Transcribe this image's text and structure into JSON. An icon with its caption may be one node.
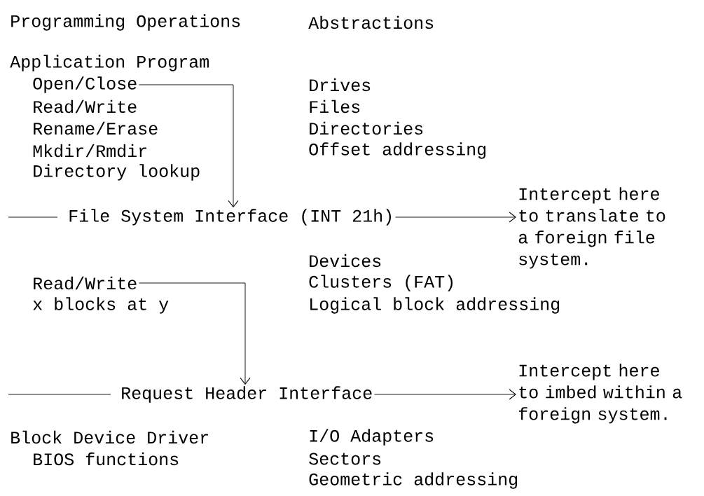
{
  "diagram": {
    "nodes": [
      {
        "text": [
          "Open/Close"
        ]
      },
      {
        "text": [
          "File System Interface (INT 21h)"
        ]
      },
      {
        "text": [
          "Intercept here to translate to a foreign file system."
        ]
      },
      {
        "text": [
          "Read/Write"
        ]
      },
      {
        "text": [
          "Request Header Interface"
        ]
      },
      {
        "text": [
          "Intercept here to imbed within a foreign system."
        ]
      }
    ],
    "edges": [
      {
        "from": 0,
        "to": 1,
        "arrow": "to"
      },
      {
        "from": 1,
        "to": 2,
        "arrow": "to"
      },
      {
        "from": 3,
        "to": 4,
        "arrow": "to"
      },
      {
        "from": 4,
        "to": 5,
        "arrow": "to"
      }
    ],
    "labels": [
      "Programming Operations",
      "Abstractions",
      "Application Program",
      "Read/Write",
      "Rename/Erase",
      "Mkdir/Rmdir",
      "Directory lookup",
      "Drives",
      "Files",
      "Directories",
      "Offset addressing",
      "Devices",
      "Clusters (FAT)",
      "Logical block addressing",
      "x blocks at y",
      "Block Device Driver",
      "BIOS functions",
      "I/O Adapters",
      "Sectors",
      "Geometric addressing"
    ]
  }
}
